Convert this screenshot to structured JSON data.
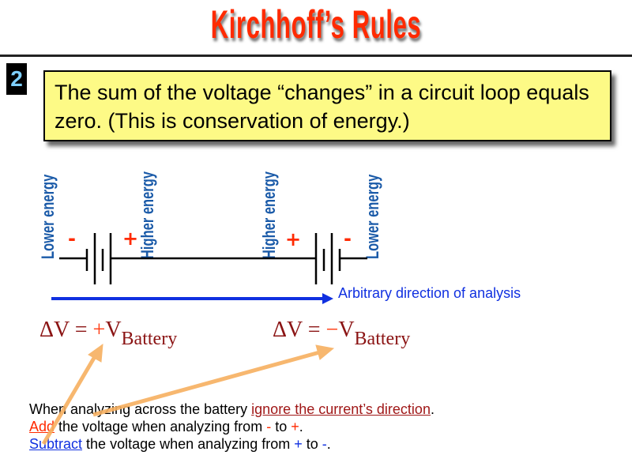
{
  "title": "Kirchhoff’s Rules",
  "rule_number": "2",
  "rule_text": "The sum of the voltage “changes” in a circuit loop equals zero. (This is conservation of energy.)",
  "labels": {
    "lower": "Lower energy",
    "higher": "Higher energy",
    "minus": "-",
    "plus": "+"
  },
  "direction_label": "Arbitrary direction of analysis",
  "eq1": {
    "lhs": "ΔV = ",
    "sign": "+",
    "v": "V",
    "sub": "Battery"
  },
  "eq2": {
    "lhs": "ΔV = ",
    "sign": "−",
    "v": "V",
    "sub": "Battery"
  },
  "notes": {
    "line1_a": "When analyzing across the battery ",
    "line1_b": "ignore the current’s direction",
    "line1_c": ".",
    "line2_a": "Add",
    "line2_b": " the voltage when analyzing from ",
    "line2_c": "-",
    "line2_d": " to ",
    "line2_e": "+",
    "line2_f": ".",
    "line3_a": "Subtract",
    "line3_b": " the voltage when analyzing from ",
    "line3_c": "+",
    "line3_d": " to ",
    "line3_e": "-",
    "line3_f": "."
  }
}
